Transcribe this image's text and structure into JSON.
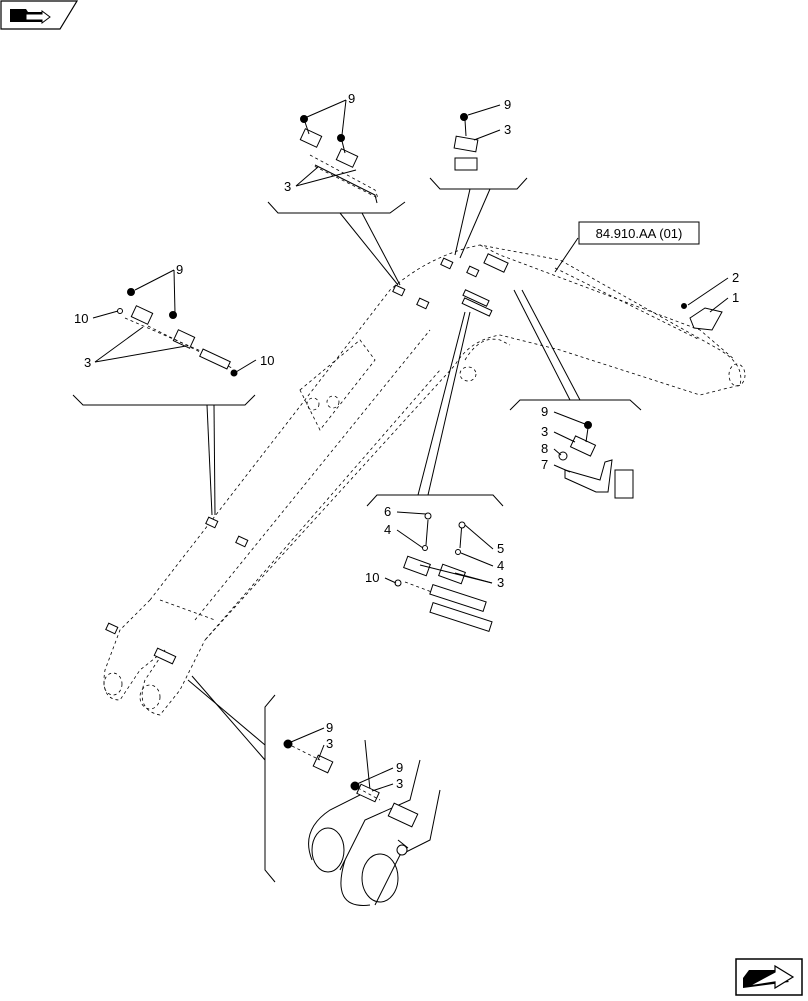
{
  "reference": {
    "label": "84.910.AA (01)"
  },
  "callouts": {
    "c1": "1",
    "c2": "2",
    "c3": "3",
    "c4": "4",
    "c5": "5",
    "c6": "6",
    "c7": "7",
    "c8": "8",
    "c9": "9",
    "c10": "10"
  },
  "icons": {
    "top_left": "folder-arrow-icon",
    "bottom_right": "next-page-arrow-icon"
  }
}
